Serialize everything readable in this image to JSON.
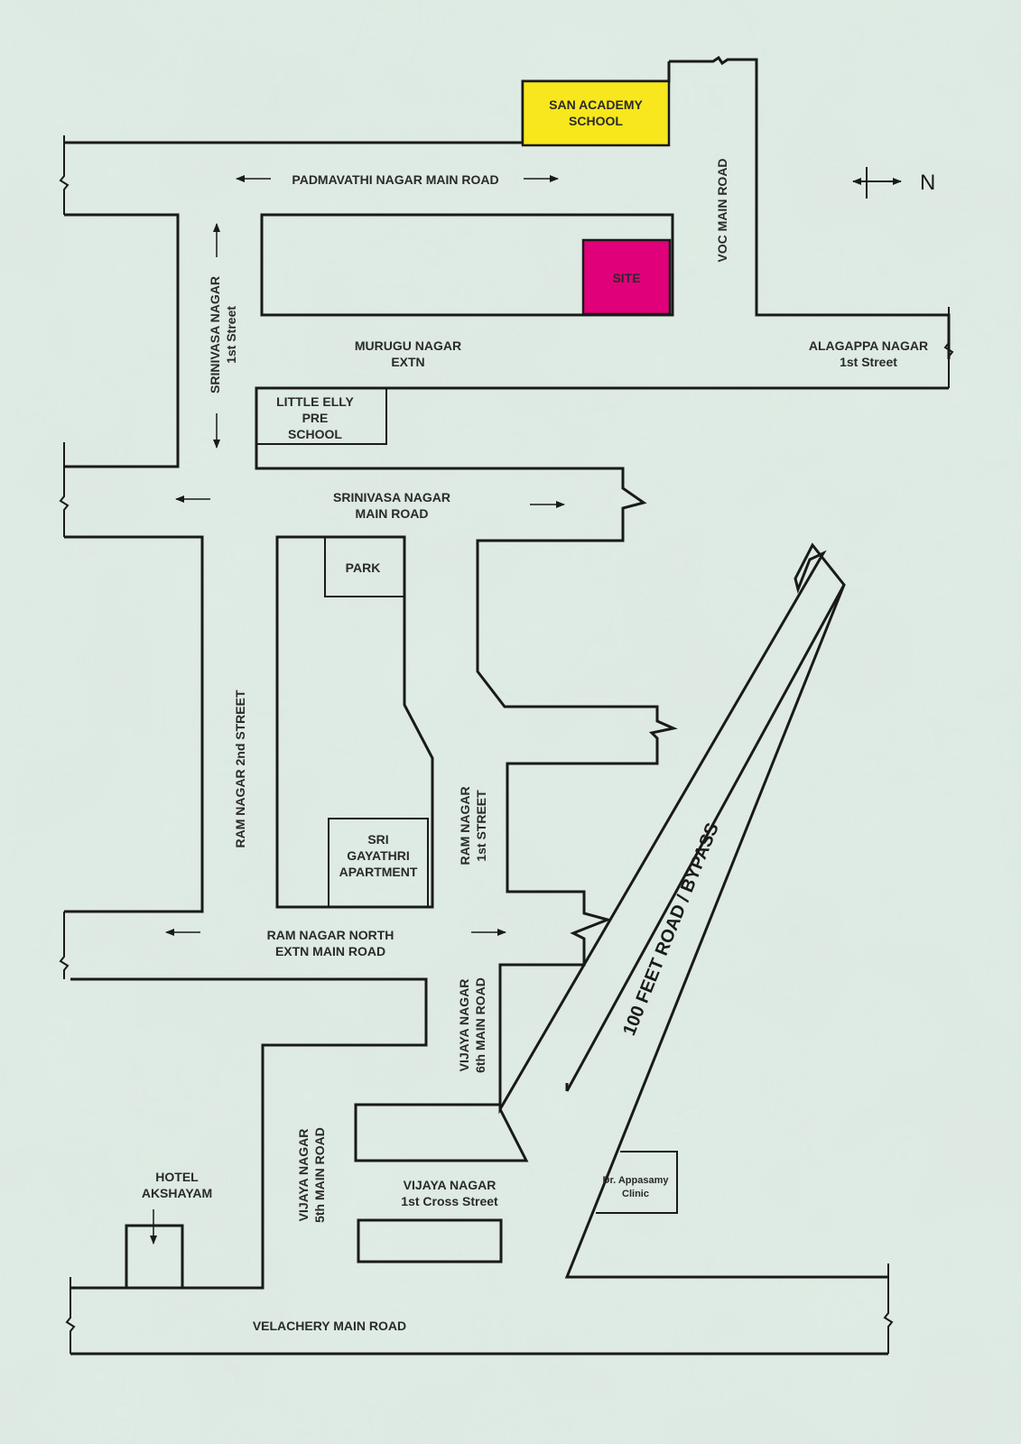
{
  "colors": {
    "background": "#dde9e2",
    "road": "#1a1a1a",
    "school_fill": "#f8e71c",
    "site_fill": "#e0007a"
  },
  "landmarks": {
    "school": [
      "SAN ACADEMY",
      "SCHOOL"
    ],
    "site": "SITE",
    "little_elly": [
      "LITTLE ELLY",
      "PRE",
      "SCHOOL"
    ],
    "park": "PARK",
    "gayathri": [
      "SRI",
      "GAYATHRI",
      "APARTMENT"
    ],
    "clinic": [
      "Dr. Appasamy",
      "Clinic"
    ],
    "hotel": [
      "HOTEL",
      "AKSHAYAM"
    ]
  },
  "roads": {
    "padmavathi": "PADMAVATHI NAGAR MAIN ROAD",
    "voc": "VOC MAIN ROAD",
    "srinivasa_1st": [
      "SRINIVASA NAGAR",
      "1st Street"
    ],
    "murugu": [
      "MURUGU NAGAR",
      "EXTN"
    ],
    "alagappa": [
      "ALAGAPPA NAGAR",
      "1st Street"
    ],
    "srinivasa_main": [
      "SRINIVASA NAGAR",
      "MAIN ROAD"
    ],
    "ram_2nd": "RAM NAGAR 2nd STREET",
    "ram_1st": [
      "RAM NAGAR",
      "1st STREET"
    ],
    "ram_north": [
      "RAM NAGAR NORTH",
      "EXTN MAIN ROAD"
    ],
    "bypass": "100 FEET ROAD / BYPASS",
    "vijaya_6th": [
      "VIJAYA NAGAR",
      "6th MAIN ROAD"
    ],
    "vijaya_5th": [
      "VIJAYA NAGAR",
      "5th MAIN ROAD"
    ],
    "vijaya_cross": [
      "VIJAYA NAGAR",
      "1st Cross Street"
    ],
    "velachery": "VELACHERY MAIN ROAD"
  },
  "compass": {
    "label": "N",
    "icon": "north-arrow-icon"
  }
}
